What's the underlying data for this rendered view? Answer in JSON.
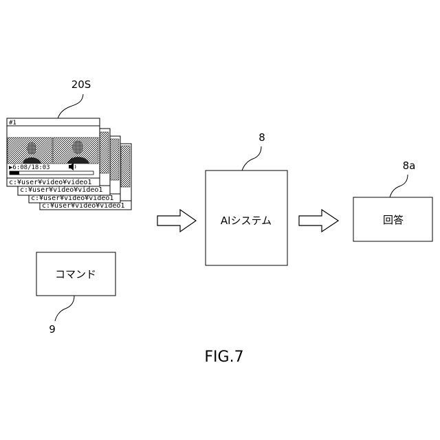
{
  "video_stack": {
    "ref": "20S",
    "window_number": "#1",
    "time": "▶6:08/18:03",
    "volume_icon": "speaker-icon",
    "paths": [
      "c:¥user¥video¥video1",
      "c:¥user¥video¥video1",
      "c:¥user¥video¥video1",
      "c:¥user¥video¥video1"
    ]
  },
  "ai_system": {
    "ref": "8",
    "label": "AIシステム"
  },
  "answer": {
    "ref": "8a",
    "label": "回答"
  },
  "command": {
    "ref": "9",
    "label": "コマンド"
  },
  "figure_label": "FIG.7"
}
